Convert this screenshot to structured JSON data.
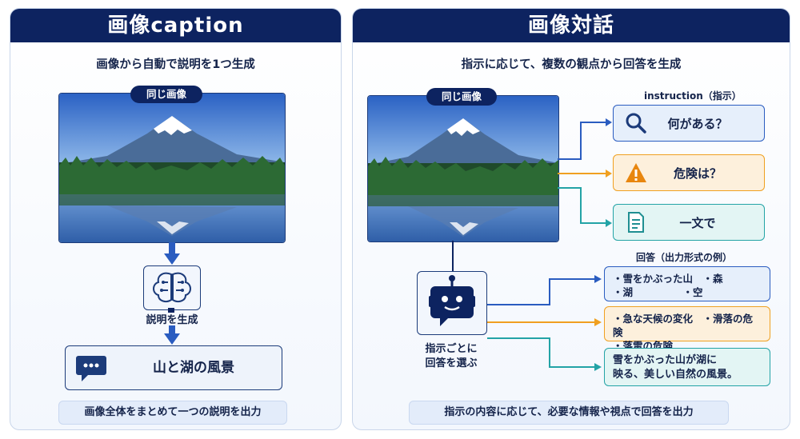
{
  "left": {
    "header": "画像caption",
    "subtitle": "画像から自動で説明を1つ生成",
    "image_tag": "同じ画像",
    "process_label": "説明を生成",
    "output_text": "山と湖の風景",
    "footer": "画像全体をまとめて一つの説明を出力"
  },
  "right": {
    "header": "画像対話",
    "subtitle": "指示に応じて、複数の観点から回答を生成",
    "image_tag": "同じ画像",
    "instruction_heading": "instruction（指示）",
    "instructions": [
      "何がある？",
      "危険は？",
      "一文で"
    ],
    "answer_heading": "回答（出力形式の例）",
    "answer1_line1": "・雪をかぶった山　・森",
    "answer1_line2": "・湖　　　　　・空",
    "answer2_line1": "・急な天候の変化　・滑落の危険",
    "answer2_line2": "・落雷の危険",
    "answer3_line1": "雪をかぶった山が湖に",
    "answer3_line2": "映る、美しい自然の風景。",
    "bot_label_line1": "指示ごとに",
    "bot_label_line2": "回答を選ぶ",
    "footer": "指示の内容に応じて、必要な情報や視点で回答を出力"
  },
  "icons": [
    "search-icon",
    "warning-icon",
    "document-icon",
    "robot-icon",
    "brain-icon",
    "chat-bubble-icon"
  ],
  "colors": {
    "navy": "#0d2360",
    "blue": "#2a5cc0",
    "orange": "#f0a020",
    "teal": "#23a3a6"
  }
}
